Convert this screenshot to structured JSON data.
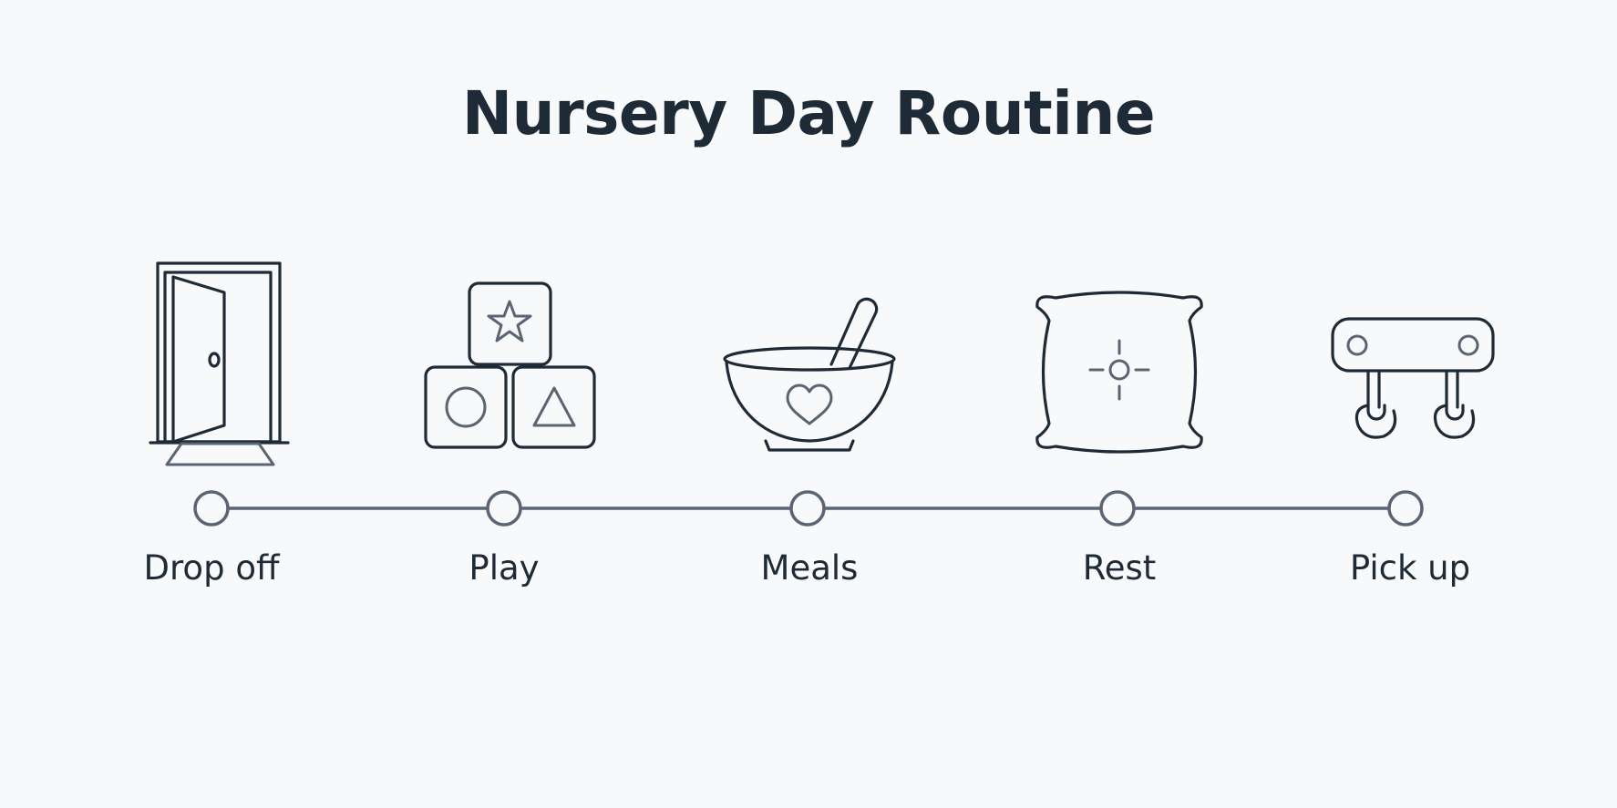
{
  "title": "Nursery Day Routine",
  "steps": [
    {
      "label": "Drop off",
      "icon": "door-icon"
    },
    {
      "label": "Play",
      "icon": "toy-blocks-icon"
    },
    {
      "label": "Meals",
      "icon": "bowl-icon"
    },
    {
      "label": "Rest",
      "icon": "pillow-icon"
    },
    {
      "label": "Pick up",
      "icon": "coat-hooks-icon"
    }
  ],
  "colors": {
    "background": "#f8f9fa",
    "icon": "#1f2a37",
    "timeline": "#5b6472"
  }
}
